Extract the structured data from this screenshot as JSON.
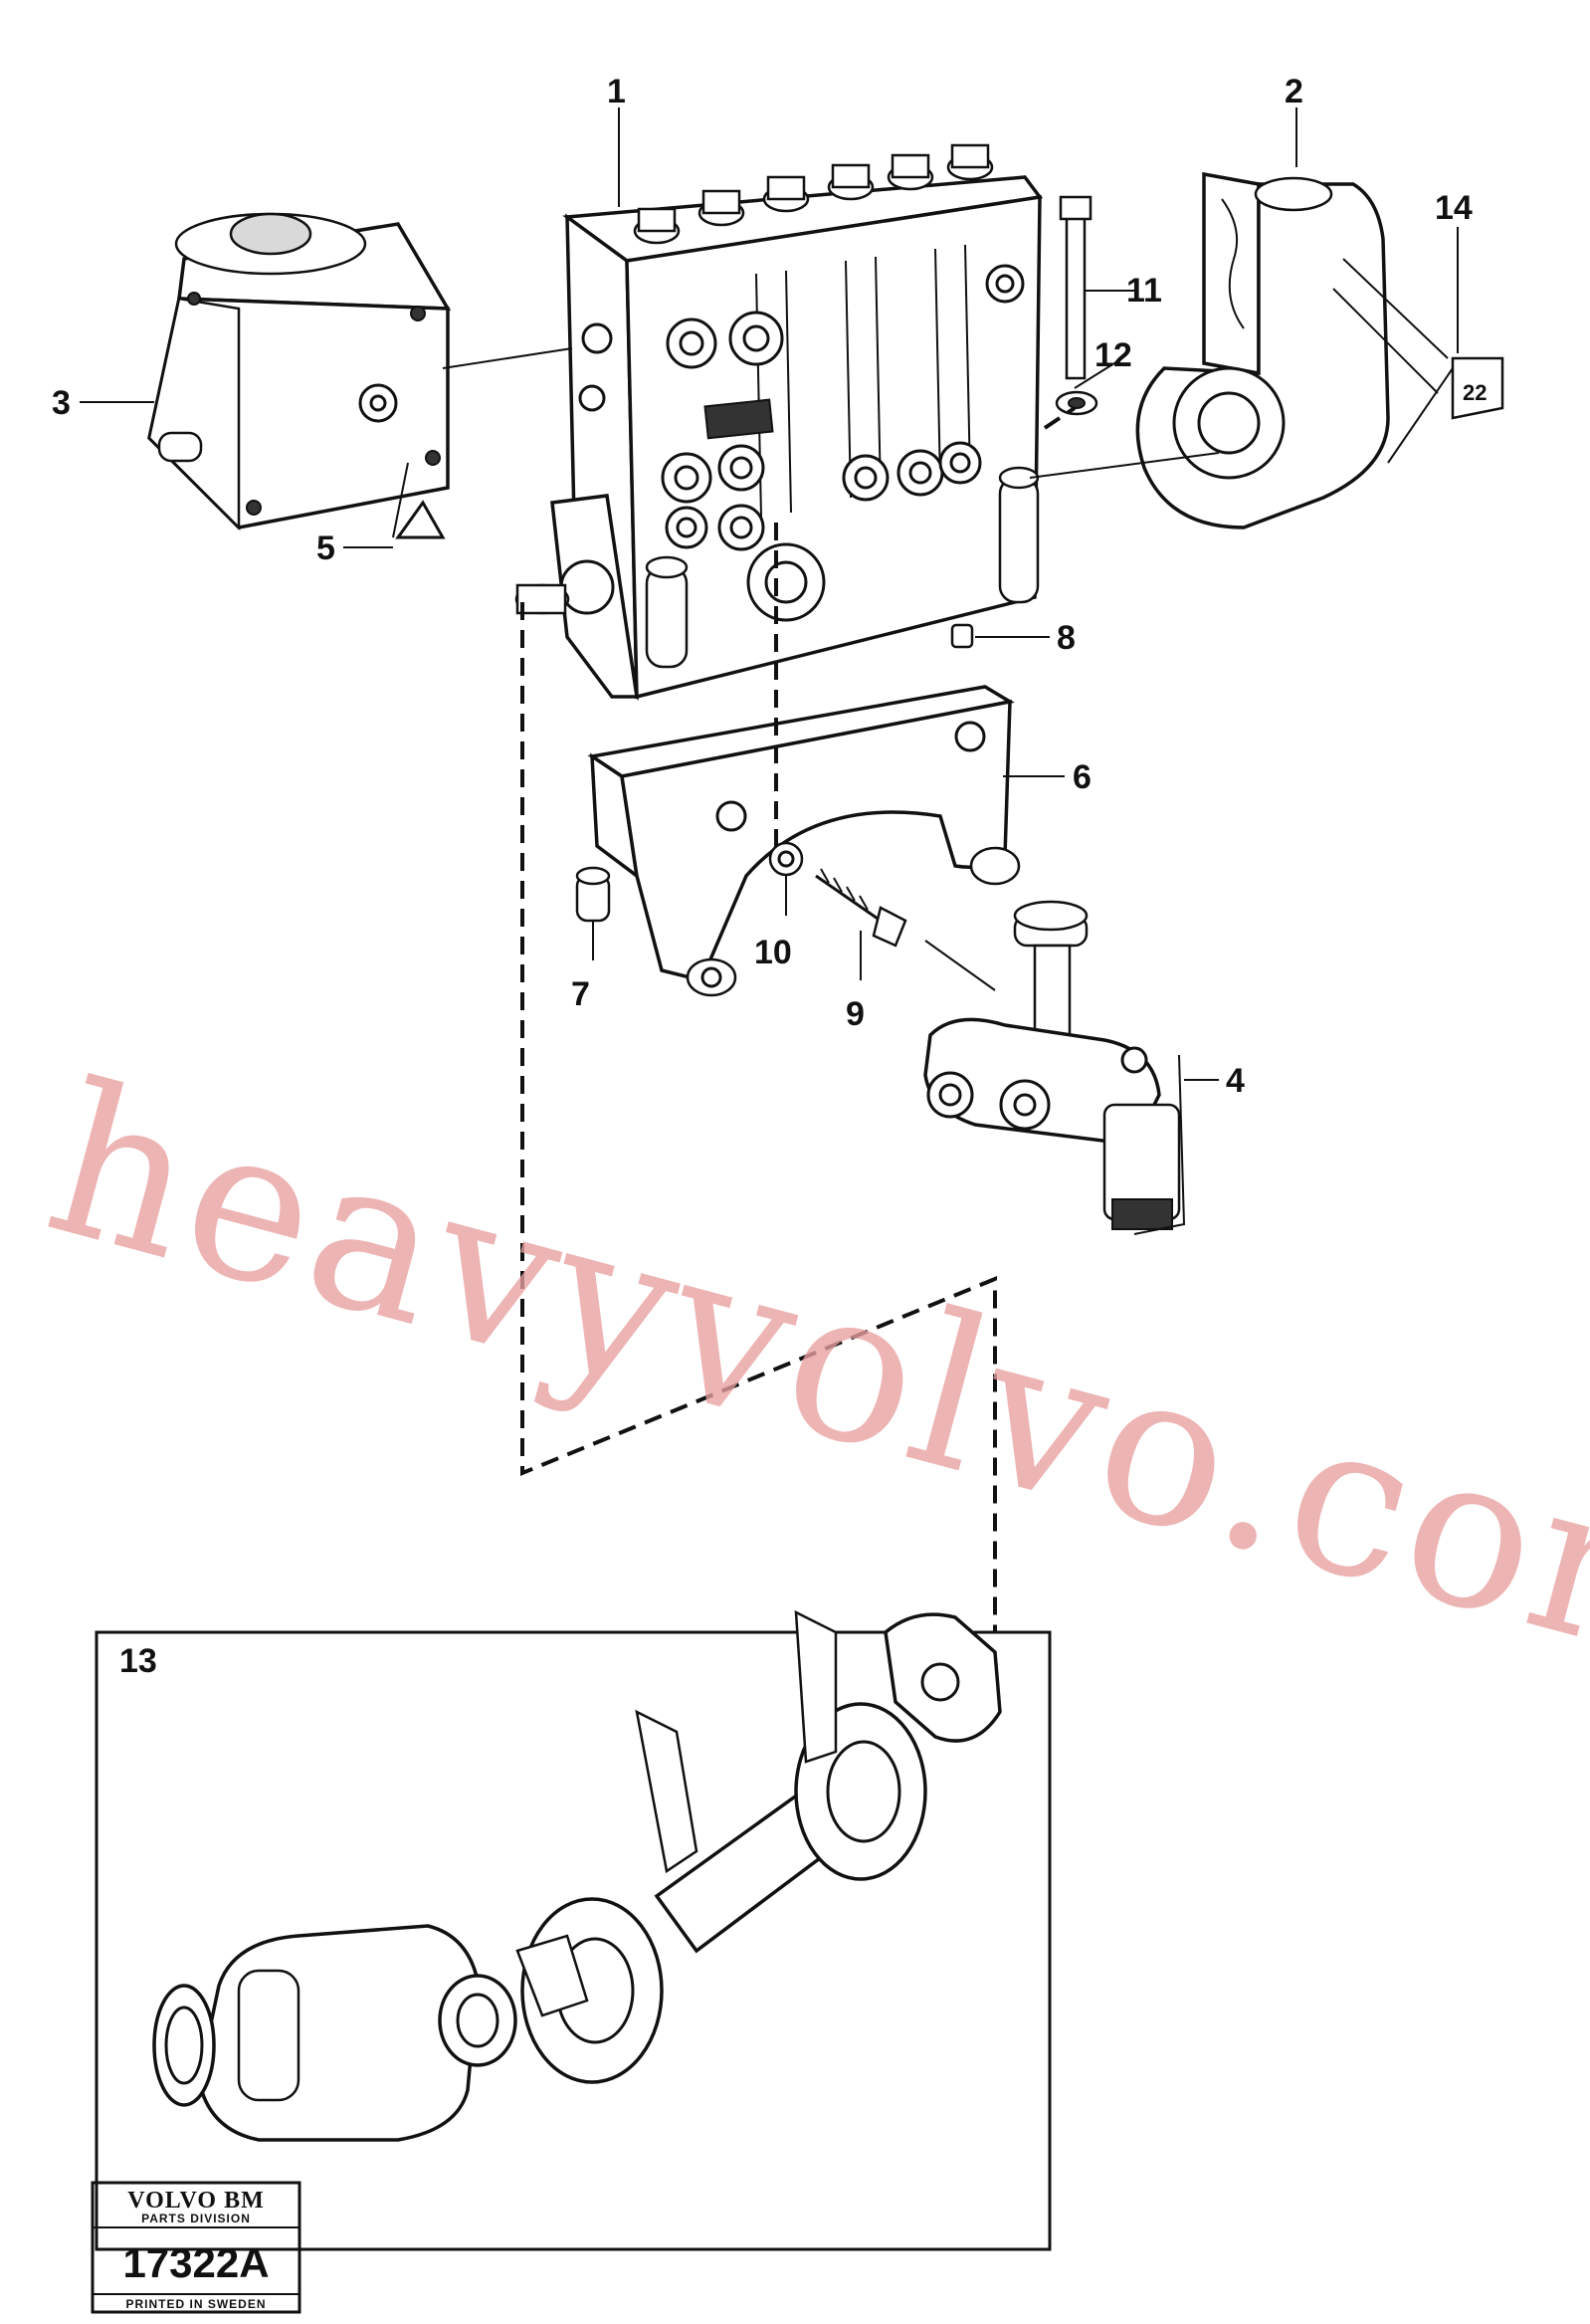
{
  "callouts": {
    "c1": "1",
    "c2": "2",
    "c3": "3",
    "c4": "4",
    "c5": "5",
    "c6": "6",
    "c7": "7",
    "c8": "8",
    "c9": "9",
    "c10": "10",
    "c11": "11",
    "c12": "12",
    "c13": "13",
    "c14": "14"
  },
  "box_label": "22",
  "watermark": "heavyvolvo.com",
  "logo": {
    "brand": "VOLVO BM",
    "division": "PARTS DIVISION",
    "number": "17322A",
    "footer": "PRINTED IN SWEDEN"
  }
}
